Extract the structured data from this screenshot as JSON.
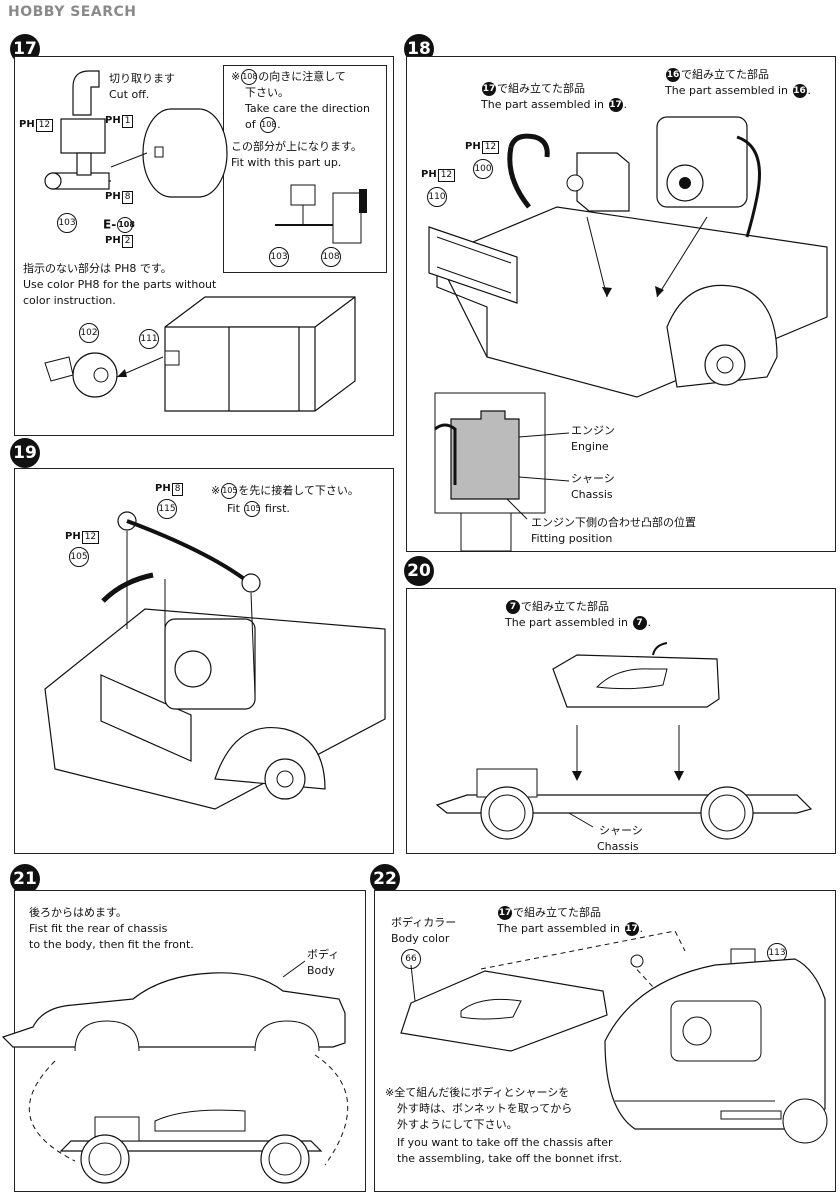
{
  "logo": {
    "brand": "HOBBY",
    "suffix": "SEARCH"
  },
  "step17": {
    "num": "17",
    "cut_jp": "切り取ります",
    "cut_en": "Cut off.",
    "note1_jp1": "※",
    "note1_ref": "108",
    "note1_jp2": "の向きに注意して",
    "note1_jp3": "下さい。",
    "note1_en1": "Take care the direction",
    "note1_en2": "of",
    "note2_jp": "この部分が上になります。",
    "note2_en": "Fit with this part up.",
    "color_jp": "指示のない部分は PH8 です。",
    "color_en1": "Use color PH8 for the parts without",
    "color_en2": "color instruction.",
    "ph12": "12",
    "ph1": "1",
    "ph8": "8",
    "ph2": "2",
    "e_label": "E-",
    "parts": {
      "p103": "103",
      "p108": "108",
      "p111": "111",
      "p102": "102"
    }
  },
  "step18": {
    "num": "18",
    "lbl17_jp": "で組み立てた部品",
    "lbl17_en": "The part assembled in",
    "lbl16_jp": "で組み立てた部品",
    "lbl16_en": "The part assembled in",
    "ref17": "17",
    "ref16": "16",
    "ph12a": "12",
    "ph12b": "12",
    "parts": {
      "p100": "100",
      "p110": "110"
    },
    "engine_jp": "エンジン",
    "engine_en": "Engine",
    "chassis_jp": "シャーシ",
    "chassis_en": "Chassis",
    "fit_jp": "エンジン下側の合わせ凸部の位置",
    "fit_en": "Fitting position"
  },
  "step19": {
    "num": "19",
    "note_jp": "を先に接着して下さい。",
    "note_en": "first.",
    "fit": "Fit",
    "ref": "105",
    "ph8": "8",
    "ph12": "12",
    "parts": {
      "p115": "115",
      "p105": "105"
    }
  },
  "step20": {
    "num": "20",
    "lbl_jp": "で組み立てた部品",
    "lbl_en": "The part assembled in",
    "ref": "7",
    "chassis_jp": "シャーシ",
    "chassis_en": "Chassis"
  },
  "step21": {
    "num": "21",
    "jp": "後ろからはめます。",
    "en1": "Fist fit the rear of chassis",
    "en2": "to the body, then fit the front.",
    "body_jp": "ボディ",
    "body_en": "Body"
  },
  "step22": {
    "num": "22",
    "bodycolor_jp": "ボディカラー",
    "bodycolor_en": "Body color",
    "color_no": "66",
    "lbl_jp": "で組み立てた部品",
    "lbl_en": "The part assembled in",
    "ref": "17",
    "part113": "113",
    "note_jp1": "※全て組んだ後にボディとシャーシを",
    "note_jp2": "外す時は、ボンネットを取ってから",
    "note_jp3": "外すようにして下さい。",
    "note_en1": "If you want to take off the chassis after",
    "note_en2": "the assembling, take off the bonnet ifrst."
  }
}
